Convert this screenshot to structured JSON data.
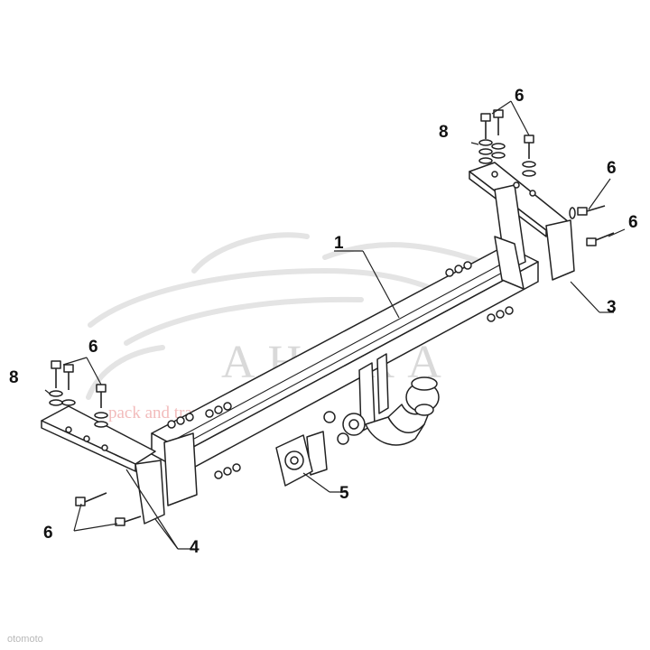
{
  "labels": {
    "part_1": "1",
    "part_3": "3",
    "part_4": "4",
    "part_5": "5",
    "part_6_top": "6",
    "part_6_right_a": "6",
    "part_6_right_b": "6",
    "part_6_left_top": "6",
    "part_6_left_bottom": "6",
    "part_8_right": "8",
    "part_8_left": "8"
  },
  "watermark": {
    "brand": "AHAKA",
    "tagline": "pack and travel"
  },
  "footer": {
    "mark": "otomoto"
  },
  "colors": {
    "line": "#222222",
    "watermark_grey": "#d9d9d9",
    "watermark_red": "#f2bcbc"
  }
}
